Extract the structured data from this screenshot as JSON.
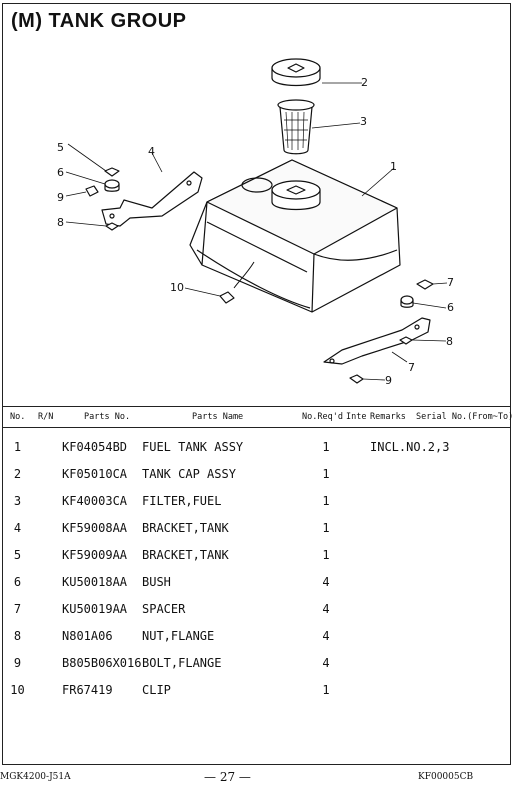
{
  "title": "(M) TANK GROUP",
  "callouts": [
    "1",
    "2",
    "3",
    "4",
    "5",
    "6",
    "7",
    "8",
    "9",
    "10",
    "6",
    "7",
    "8",
    "9"
  ],
  "table": {
    "headers": {
      "no": "No.",
      "rn": "R/N",
      "part_no": "Parts No.",
      "part_name": "Parts Name",
      "qty": "No.Req'd",
      "inte": "Inte",
      "remarks": "Remarks",
      "serial": "Serial No.(From~To)"
    },
    "rows": [
      {
        "no": "1",
        "part_no": "KF04054BD",
        "name": "FUEL TANK ASSY",
        "qty": "1",
        "remarks": "INCL.NO.2,3"
      },
      {
        "no": "2",
        "part_no": "KF05010CA",
        "name": "TANK CAP ASSY",
        "qty": "1",
        "remarks": ""
      },
      {
        "no": "3",
        "part_no": "KF40003CA",
        "name": "FILTER,FUEL",
        "qty": "1",
        "remarks": ""
      },
      {
        "no": "4",
        "part_no": "KF59008AA",
        "name": "BRACKET,TANK",
        "qty": "1",
        "remarks": ""
      },
      {
        "no": "5",
        "part_no": "KF59009AA",
        "name": "BRACKET,TANK",
        "qty": "1",
        "remarks": ""
      },
      {
        "no": "6",
        "part_no": "KU50018AA",
        "name": "BUSH",
        "qty": "4",
        "remarks": ""
      },
      {
        "no": "7",
        "part_no": "KU50019AA",
        "name": "SPACER",
        "qty": "4",
        "remarks": ""
      },
      {
        "no": "8",
        "part_no": "N801A06",
        "name": "NUT,FLANGE",
        "qty": "4",
        "remarks": ""
      },
      {
        "no": "9",
        "part_no": "B805B06X016",
        "name": "BOLT,FLANGE",
        "qty": "4",
        "remarks": ""
      },
      {
        "no": "10",
        "part_no": "FR67419",
        "name": "CLIP",
        "qty": "1",
        "remarks": ""
      }
    ]
  },
  "footer": {
    "left": "MGK4200-J51A",
    "center": "— 27 —",
    "right": "KF00005CB"
  }
}
